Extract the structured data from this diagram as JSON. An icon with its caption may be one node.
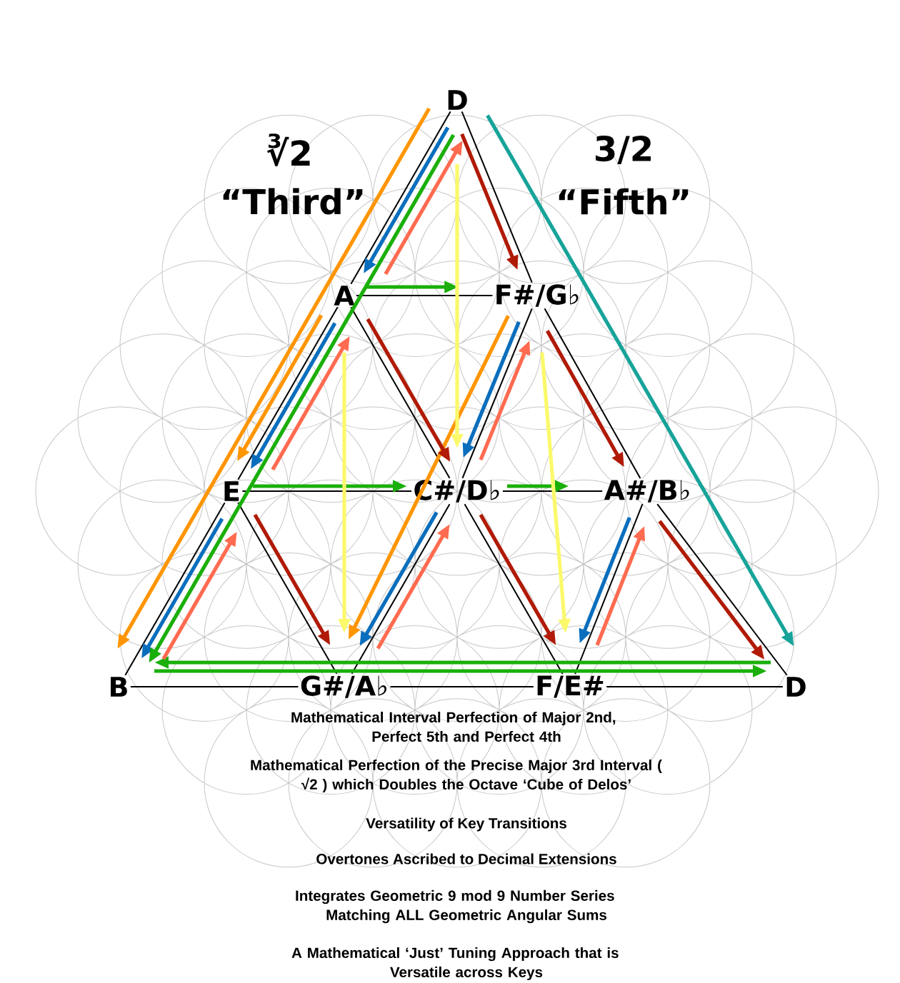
{
  "diagram": {
    "nodes": [
      {
        "text": [
          "D"
        ]
      },
      {
        "text": [
          "A"
        ]
      },
      {
        "text": [
          "F#/G♭"
        ]
      },
      {
        "text": [
          "E"
        ]
      },
      {
        "text": [
          "C#/D♭"
        ]
      },
      {
        "text": [
          "A#/B♭"
        ]
      },
      {
        "text": [
          "B"
        ]
      },
      {
        "text": [
          "G#/A♭"
        ]
      },
      {
        "text": [
          "F/E#"
        ]
      },
      {
        "text": [
          "D"
        ]
      }
    ],
    "edges": [
      {
        "from": 0,
        "to": 1,
        "arrow": "none"
      },
      {
        "from": 1,
        "to": 3,
        "arrow": "none"
      },
      {
        "from": 3,
        "to": 6,
        "arrow": "none"
      },
      {
        "from": 0,
        "to": 2,
        "arrow": "none"
      },
      {
        "from": 2,
        "to": 5,
        "arrow": "none"
      },
      {
        "from": 5,
        "to": 9,
        "arrow": "none"
      },
      {
        "from": 1,
        "to": 2,
        "arrow": "none"
      },
      {
        "from": 3,
        "to": 4,
        "arrow": "none"
      },
      {
        "from": 4,
        "to": 5,
        "arrow": "none"
      },
      {
        "from": 6,
        "to": 7,
        "arrow": "none"
      },
      {
        "from": 7,
        "to": 8,
        "arrow": "none"
      },
      {
        "from": 8,
        "to": 9,
        "arrow": "none"
      },
      {
        "from": 1,
        "to": 4,
        "arrow": "none"
      },
      {
        "from": 4,
        "to": 8,
        "arrow": "none"
      },
      {
        "from": 2,
        "to": 4,
        "arrow": "none"
      },
      {
        "from": 4,
        "to": 7,
        "arrow": "none"
      },
      {
        "from": 3,
        "to": 7,
        "arrow": "none"
      },
      {
        "from": 5,
        "to": 8,
        "arrow": "none"
      },
      {
        "from": 0,
        "to": 6,
        "arrow": "to",
        "color": "#ff9500"
      },
      {
        "from": 1,
        "to": 3,
        "arrow": "to",
        "color": "#ff9500"
      },
      {
        "from": 2,
        "to": 7,
        "arrow": "to",
        "color": "#ff9500"
      },
      {
        "from": 0,
        "to": 1,
        "arrow": "to",
        "color": "#0a6ebd"
      },
      {
        "from": 1,
        "to": 3,
        "arrow": "to",
        "color": "#0a6ebd"
      },
      {
        "from": 3,
        "to": 6,
        "arrow": "to",
        "color": "#0a6ebd"
      },
      {
        "from": 2,
        "to": 4,
        "arrow": "to",
        "color": "#0a6ebd"
      },
      {
        "from": 4,
        "to": 7,
        "arrow": "to",
        "color": "#0a6ebd"
      },
      {
        "from": 5,
        "to": 8,
        "arrow": "to",
        "color": "#0a6ebd"
      },
      {
        "from": 0,
        "to": 6,
        "arrow": "to",
        "color": "#1aaf0a"
      },
      {
        "from": 1,
        "to": 2,
        "arrow": "to",
        "color": "#1aaf0a"
      },
      {
        "from": 3,
        "to": 4,
        "arrow": "to",
        "color": "#1aaf0a"
      },
      {
        "from": 4,
        "to": 5,
        "arrow": "to",
        "color": "#1aaf0a"
      },
      {
        "from": 9,
        "to": 6,
        "arrow": "to",
        "color": "#1aaf0a"
      },
      {
        "from": 6,
        "to": 9,
        "arrow": "to",
        "color": "#1aaf0a"
      },
      {
        "from": 1,
        "to": 0,
        "arrow": "to",
        "color": "#ff6b50"
      },
      {
        "from": 3,
        "to": 1,
        "arrow": "to",
        "color": "#ff6b50"
      },
      {
        "from": 6,
        "to": 3,
        "arrow": "to",
        "color": "#ff6b50"
      },
      {
        "from": 7,
        "to": 4,
        "arrow": "to",
        "color": "#ff6b50"
      },
      {
        "from": 4,
        "to": 2,
        "arrow": "to",
        "color": "#ff6b50"
      },
      {
        "from": 8,
        "to": 5,
        "arrow": "to",
        "color": "#ff6b50"
      },
      {
        "from": 0,
        "to": 2,
        "arrow": "to",
        "color": "#b01a06"
      },
      {
        "from": 1,
        "to": 4,
        "arrow": "to",
        "color": "#b01a06"
      },
      {
        "from": 3,
        "to": 7,
        "arrow": "to",
        "color": "#b01a06"
      },
      {
        "from": 2,
        "to": 5,
        "arrow": "to",
        "color": "#b01a06"
      },
      {
        "from": 4,
        "to": 8,
        "arrow": "to",
        "color": "#b01a06"
      },
      {
        "from": 5,
        "to": 9,
        "arrow": "to",
        "color": "#b01a06"
      },
      {
        "from": 0,
        "to": 9,
        "arrow": "to",
        "color": "#17a39a"
      },
      {
        "from": 0,
        "to": 4,
        "arrow": "to",
        "color": "#fbf96b"
      },
      {
        "from": 1,
        "to": 7,
        "arrow": "to",
        "color": "#fbf96b"
      },
      {
        "from": 2,
        "to": 8,
        "arrow": "to",
        "color": "#fbf96b"
      }
    ],
    "labels": [
      "∛2",
      "“Third”",
      "3/2",
      "“Fifth”",
      "Mathematical Interval Perfection of Major 2nd, Perfect 5th and Perfect 4th",
      "Mathematical Perfection of the Precise Major 3rd Interval ( √2 ) which Doubles the Octave ‘Cube of Delos’",
      "Versatility of Key Transitions",
      "Overtones Ascribed to Decimal Extensions",
      "Integrates Geometric 9 mod 9 Number Series Matching ALL Geometric Angular Sums",
      "A Mathematical ‘Just’ Tuning Approach that is Versatile across Keys"
    ]
  }
}
